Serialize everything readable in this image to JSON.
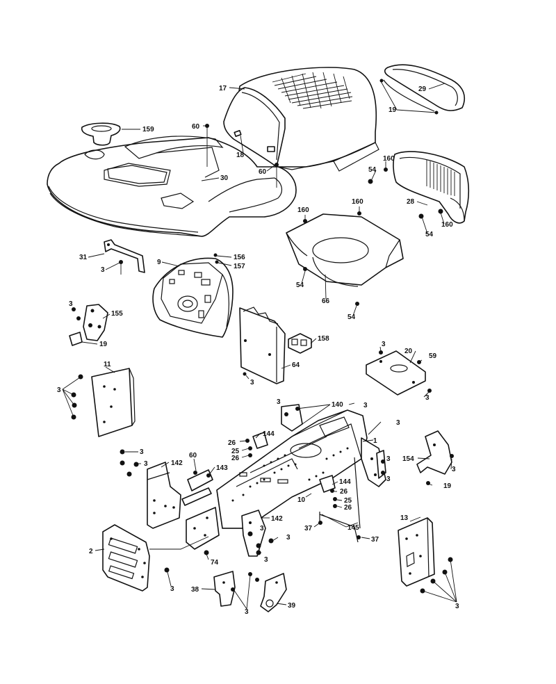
{
  "callouts": {
    "c1": "17",
    "c2": "29",
    "c3": "19",
    "c4": "159",
    "c5": "60",
    "c6": "18",
    "c7": "30",
    "c8": "60",
    "c9": "54",
    "c10": "160",
    "c11": "28",
    "c12": "54",
    "c13": "160",
    "c14": "160",
    "c15": "160",
    "c16": "31",
    "c17": "3",
    "c18": "9",
    "c19": "156",
    "c20": "157",
    "c21": "54",
    "c22": "66",
    "c23": "54",
    "c24": "3",
    "c25": "155",
    "c26": "19",
    "c27": "158",
    "c28": "64",
    "c29": "3",
    "c30": "3",
    "c31": "20",
    "c32": "59",
    "c33": "3",
    "c34": "11",
    "c35": "3",
    "c36": "3",
    "c37": "140",
    "c38": "3",
    "c39": "3",
    "c40": "1",
    "c41": "144",
    "c42": "26",
    "c43": "25",
    "c44": "26",
    "c45": "154",
    "c46": "3",
    "c47": "3",
    "c48": "3",
    "c49": "19",
    "c50": "3",
    "c51": "3",
    "c52": "142",
    "c53": "60",
    "c54": "143",
    "c55": "144",
    "c56": "26",
    "c57": "25",
    "c58": "26",
    "c59": "10",
    "c60": "142",
    "c61": "37",
    "c62": "145",
    "c63": "37",
    "c64": "13",
    "c65": "2",
    "c66": "3",
    "c67": "3",
    "c68": "74",
    "c69": "3",
    "c70": "38",
    "c71": "3",
    "c72": "39",
    "c73": "3",
    "c74": "3"
  }
}
